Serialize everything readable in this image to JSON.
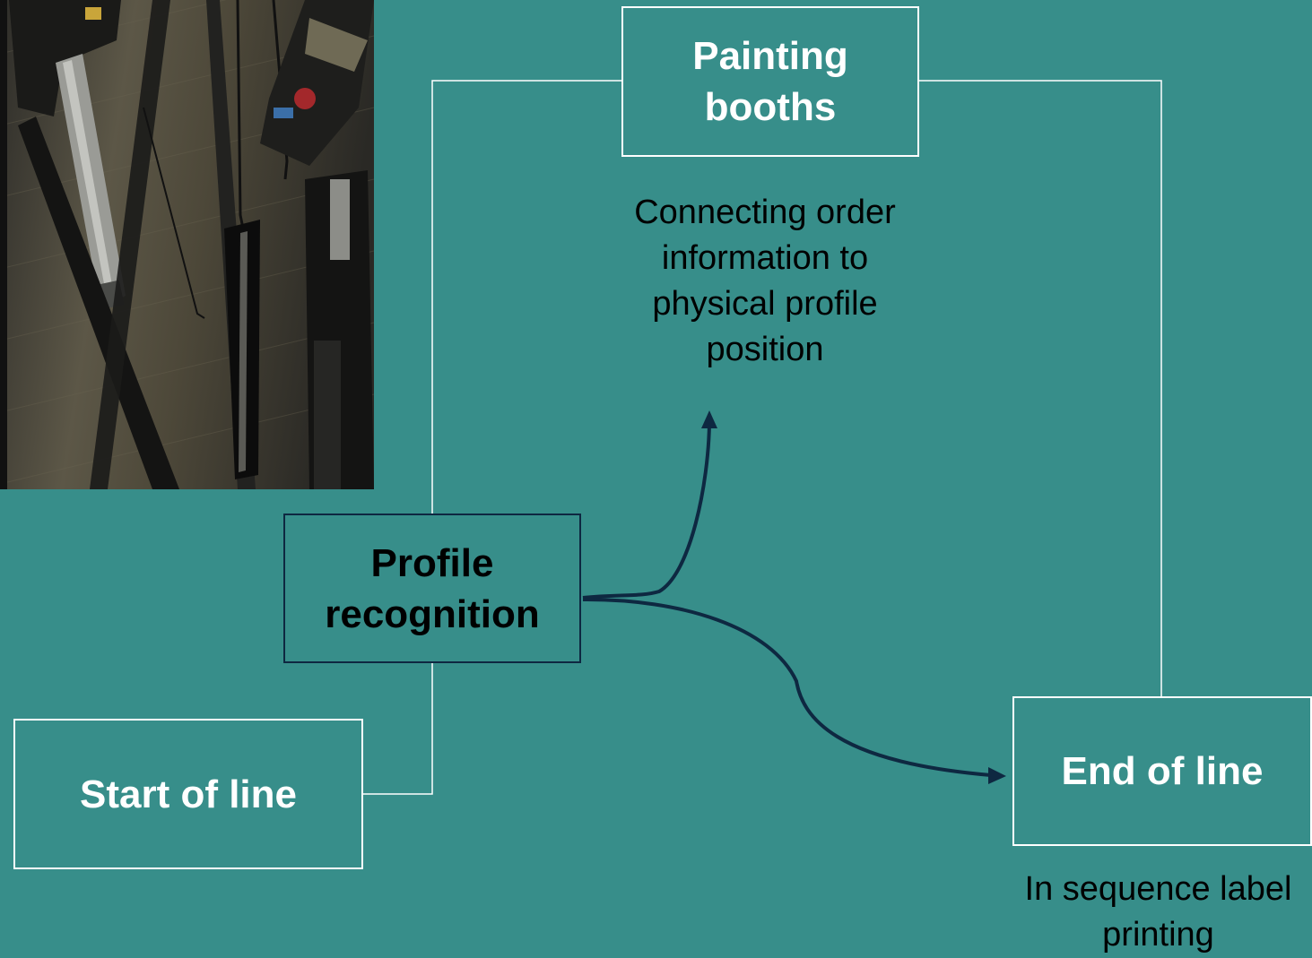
{
  "colors": {
    "background": "#378E8A",
    "box_border": "#FFFFFF",
    "arrow": "#0E2841",
    "connector": "#FFFFFF"
  },
  "boxes": {
    "painting_booths": "Painting\nbooths",
    "profile_recognition": "Profile\nrecognition",
    "start_of_line": "Start of line",
    "end_of_line": "End of line"
  },
  "captions": {
    "painting_booths": "Connecting order\ninformation to\nphysical profile\nposition",
    "end_of_line": "In sequence label\nprinting"
  },
  "photo": {
    "description_icon": "production-line-camera-photo"
  }
}
